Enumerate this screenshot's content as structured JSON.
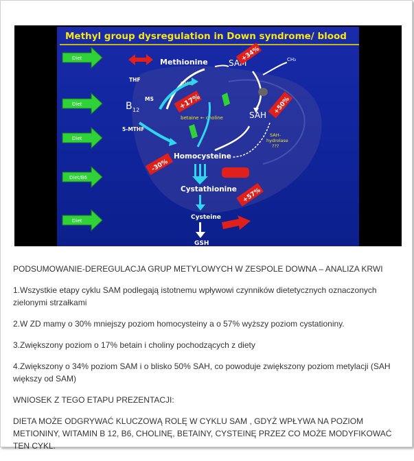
{
  "slide": {
    "title": "Methyl group dysregulation in Down syndrome/ blood",
    "diet_arrows": [
      "Diet",
      "Diet",
      "Diet",
      "Diet/B6",
      "Diet"
    ],
    "labels": {
      "methionine": "Methionine",
      "sam": "SAM",
      "ch3": "CH₃",
      "thf": "THF",
      "b12": "B",
      "b12_sub": "12",
      "ms": "MS",
      "mthf": "5-MTHF",
      "dmg": "DMG",
      "betaine": "betaine ← choline",
      "sah": "SAH",
      "sah_hydrolase": "SAH-",
      "sah_hydrolase2": "hydrolase",
      "sah_hydrolase3": "???",
      "homocysteine": "Homocysteine",
      "cystathionine": "Cystathionine",
      "cysteine": "Cysteine",
      "gsh": "GSH"
    },
    "badges": {
      "sam_up": "+34%",
      "dmg_up": "+17%",
      "sah_up": "+50%",
      "homocys_down": "-30%",
      "cysta_up": "+57%"
    },
    "colors": {
      "title": "#f5e61a",
      "arrow_green": "#31d13a",
      "badge_red": "#e0201a",
      "cyan": "#2ed6f0"
    }
  },
  "text": {
    "heading": "PODSUMOWANIE-DEREGULACJA GRUP METYLOWYCH W ZESPOLE DOWNA – ANALIZA KRWI",
    "p1": "1.Wszystkie etapy cyklu SAM podlegają istotnemu wpływowi czynników dietetycznych oznaczonych zielonymi strzałkami",
    "p2": "2.W ZD mamy o 30% mniejszy poziom homocysteiny a o 57% wyższy poziom cystationiny.",
    "p3": "3.Zwiększony poziom o 17%  betain i choliny pochodzących z diety",
    "p4": "4.Zwiększony o 34% poziom SAM i o blisko 50% SAH, co powoduje zwiększony poziom metylacji (SAH większy od SAM)",
    "p5": "WNIOSEK Z TEGO ETAPU PREZENTACJI:",
    "p6": "DIETA MOŻE ODGRYWAĆ KLUCZOWĄ ROLĘ W CYKLU SAM , GDYŻ WPŁYWA NA POZIOM METIONINY, WITAMIN B 12, B6, CHOLINĘ, BETAINY, CYSTEINĘ PRZEZ CO MOŻE MODYFIKOWAĆ TEN CYKL."
  }
}
